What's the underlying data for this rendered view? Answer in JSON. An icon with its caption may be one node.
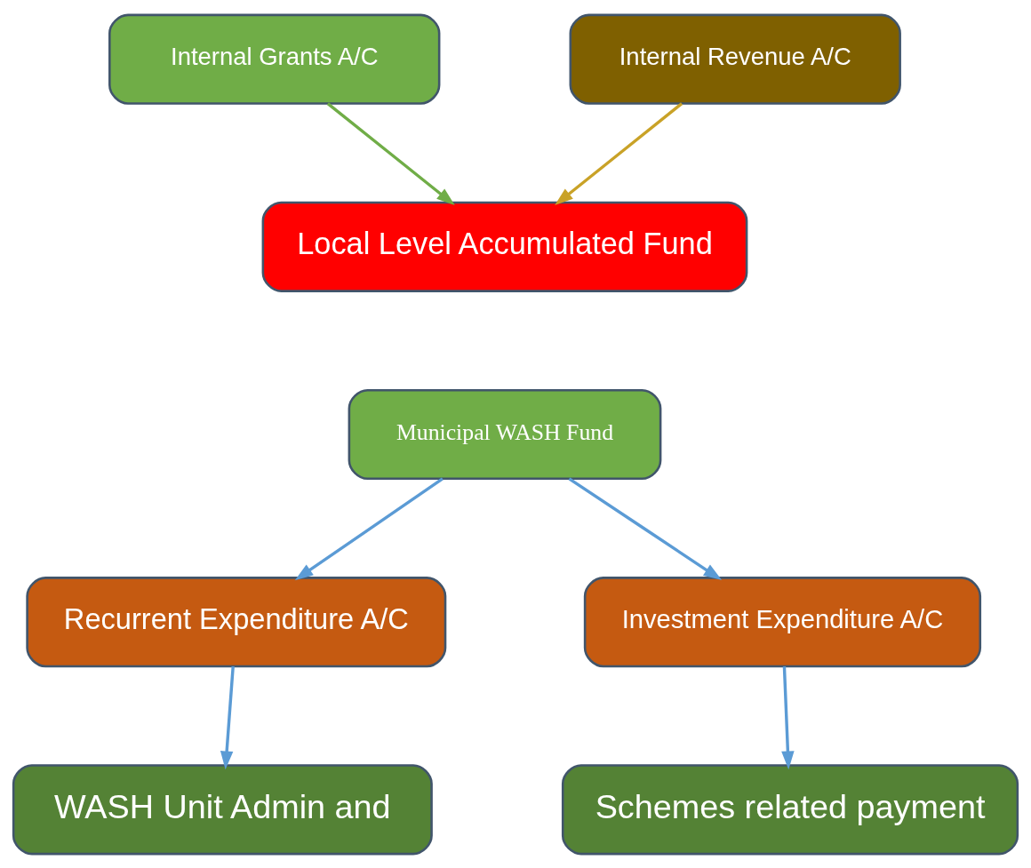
{
  "diagram": {
    "nodes": [
      {
        "text": [
          "Internal Grants A/C"
        ]
      },
      {
        "text": [
          "Internal Revenue A/C"
        ]
      },
      {
        "text": [
          "Local Level Accumulated Fund"
        ]
      },
      {
        "text": [
          "Municipal WASH Fund"
        ]
      },
      {
        "text": [
          "Recurrent Expenditure A/C"
        ]
      },
      {
        "text": [
          "Investment Expenditure A/C"
        ]
      },
      {
        "text": [
          "WASH Unit Admin and"
        ]
      },
      {
        "text": [
          "Schemes related payment"
        ]
      }
    ],
    "edges": [
      {
        "from": 0,
        "to": 2,
        "arrow": "to",
        "color": "#70ad47"
      },
      {
        "from": 1,
        "to": 2,
        "arrow": "to",
        "color": "#c9a227"
      },
      {
        "from": 3,
        "to": 4,
        "arrow": "to"
      },
      {
        "from": 3,
        "to": 5,
        "arrow": "to"
      },
      {
        "from": 4,
        "to": 6,
        "arrow": "to"
      },
      {
        "from": 5,
        "to": 7,
        "arrow": "to"
      }
    ]
  }
}
